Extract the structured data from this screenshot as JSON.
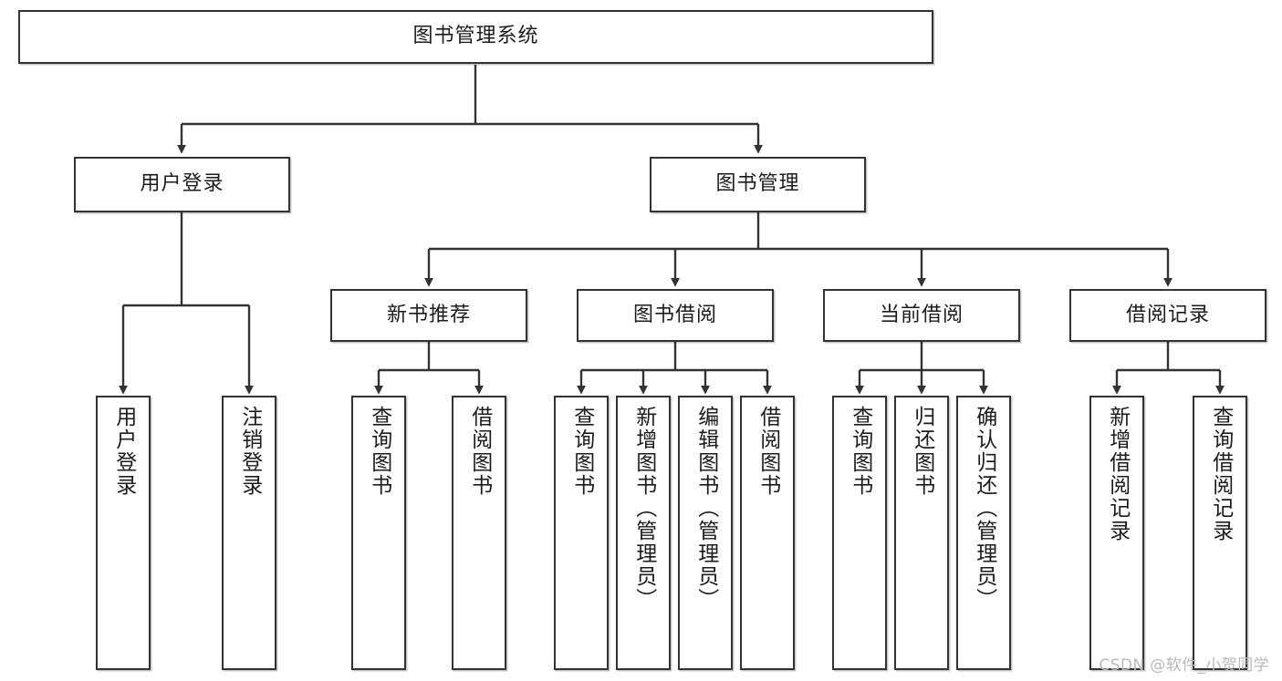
{
  "diagram": {
    "type": "tree-hierarchy",
    "orientation": "top-down",
    "title": "图书管理系统",
    "watermark": "CSDN @软件_小贺同学",
    "colors": {
      "box_border": "#333333",
      "box_fill": "#ffffff",
      "connector": "#333333",
      "text": "#1c1c1c",
      "watermark": "#b9b9b9",
      "background": "#ffffff"
    },
    "root": {
      "label": "图书管理系统"
    },
    "level2": [
      {
        "id": "user-login",
        "label": "用户登录"
      },
      {
        "id": "book-management",
        "label": "图书管理"
      }
    ],
    "level3": [
      {
        "id": "new-book-recommend",
        "label": "新书推荐",
        "parent": "book-management"
      },
      {
        "id": "book-borrow",
        "label": "图书借阅",
        "parent": "book-management"
      },
      {
        "id": "current-borrow",
        "label": "当前借阅",
        "parent": "book-management"
      },
      {
        "id": "borrow-record",
        "label": "借阅记录",
        "parent": "book-management"
      }
    ],
    "leaves": [
      {
        "id": "leaf-user-login",
        "label": "用户登录",
        "parent": "user-login"
      },
      {
        "id": "leaf-user-logout",
        "label": "注销登录",
        "parent": "user-login"
      },
      {
        "id": "leaf-query-book-1",
        "label": "查询图书",
        "parent": "new-book-recommend"
      },
      {
        "id": "leaf-borrow-book-1",
        "label": "借阅图书",
        "parent": "new-book-recommend"
      },
      {
        "id": "leaf-query-book-2",
        "label": "查询图书",
        "parent": "book-borrow"
      },
      {
        "id": "leaf-add-book",
        "label": "新增图书（管理员）",
        "parent": "book-borrow"
      },
      {
        "id": "leaf-edit-book",
        "label": "编辑图书（管理员）",
        "parent": "book-borrow"
      },
      {
        "id": "leaf-borrow-book-2",
        "label": "借阅图书",
        "parent": "book-borrow"
      },
      {
        "id": "leaf-query-book-3",
        "label": "查询图书",
        "parent": "current-borrow"
      },
      {
        "id": "leaf-return-book",
        "label": "归还图书",
        "parent": "current-borrow"
      },
      {
        "id": "leaf-confirm-return",
        "label": "确认归还（管理员）",
        "parent": "current-borrow"
      },
      {
        "id": "leaf-add-record",
        "label": "新增借阅记录",
        "parent": "borrow-record"
      },
      {
        "id": "leaf-query-record",
        "label": "查询借阅记录",
        "parent": "borrow-record"
      }
    ]
  }
}
